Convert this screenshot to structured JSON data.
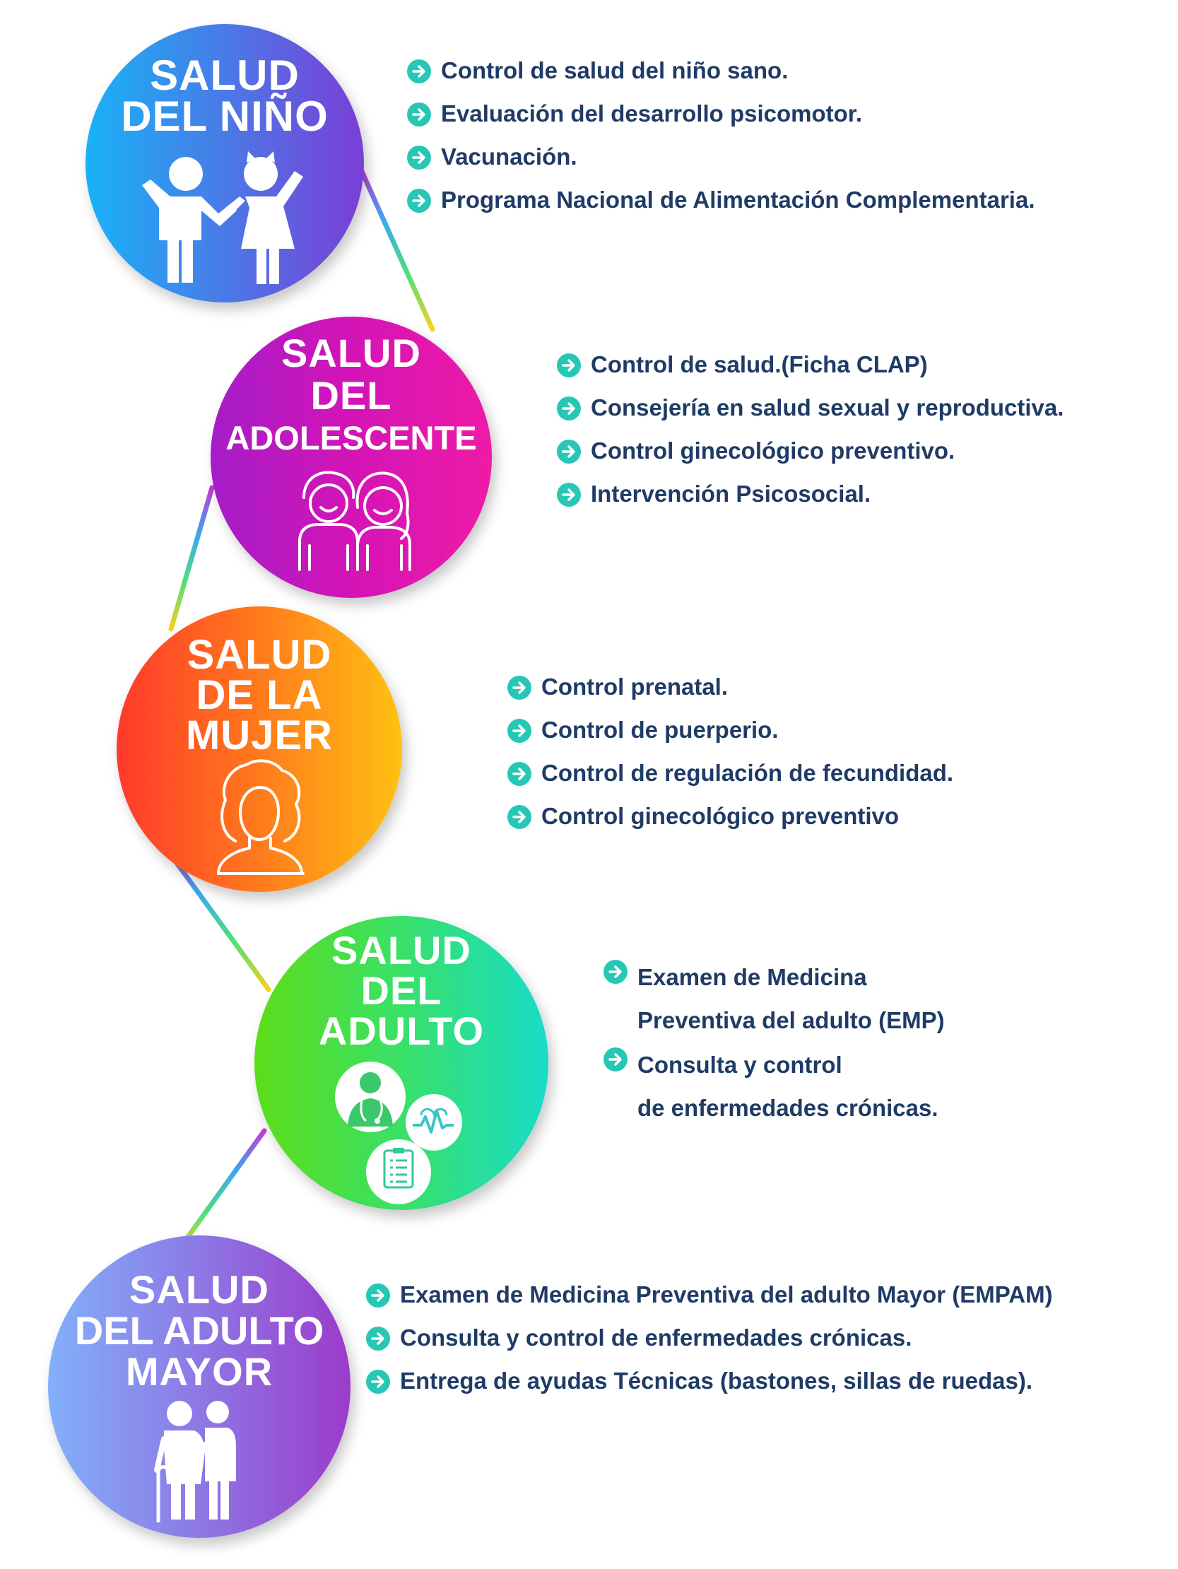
{
  "accent_colors": {
    "list_text": "#1f3b66",
    "bullet_arrow": "#27c7b6"
  },
  "sections": [
    {
      "title_lines": [
        "SALUD",
        "DEL NIÑO"
      ],
      "icon": "children-icon",
      "items": [
        "Control de salud del niño sano.",
        "Evaluación del desarrollo psicomotor.",
        "Vacunación.",
        "Programa Nacional de Alimentación Complementaria."
      ]
    },
    {
      "title_lines": [
        "SALUD",
        "DEL",
        "ADOLESCENTE"
      ],
      "icon": "teenagers-icon",
      "items": [
        "Control de salud.(Ficha CLAP)",
        "Consejería en salud sexual y reproductiva.",
        "Control ginecológico preventivo.",
        "Intervención Psicosocial."
      ]
    },
    {
      "title_lines": [
        "SALUD",
        "DE LA",
        "MUJER"
      ],
      "icon": "woman-icon",
      "items": [
        "Control prenatal.",
        "Control de puerperio.",
        "Control de regulación de fecundidad.",
        "Control ginecológico preventivo"
      ]
    },
    {
      "title_lines": [
        "SALUD",
        "DEL",
        "ADULTO"
      ],
      "icon": "doctor-icon",
      "items": [
        [
          "Examen de Medicina",
          "Preventiva del adulto (EMP)"
        ],
        [
          "Consulta y control",
          "de enfermedades crónicas."
        ]
      ]
    },
    {
      "title_lines": [
        "SALUD",
        "DEL ADULTO",
        "MAYOR"
      ],
      "icon": "elderly-couple-icon",
      "items": [
        "Examen de Medicina Preventiva del adulto Mayor (EMPAM)",
        "Consulta y control de enfermedades crónicas.",
        "Entrega de ayudas Técnicas (bastones, sillas de ruedas)."
      ]
    }
  ]
}
